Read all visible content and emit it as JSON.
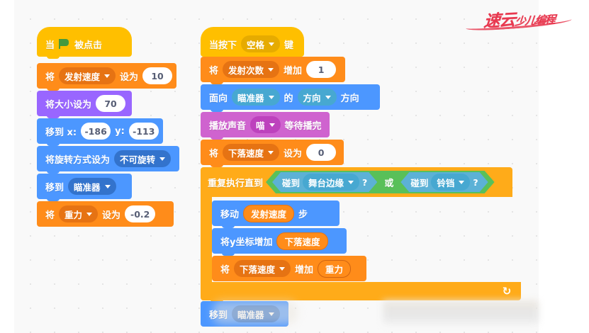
{
  "app": {
    "canvas_label": "scratch-block-workspace",
    "logo_main": "速云",
    "logo_sub": "少儿编程"
  },
  "colors": {
    "events": "#ffbf00",
    "variables": "#ff8c1a",
    "motion": "#4c97ff",
    "looks": "#9966ff",
    "sound": "#cf63cf",
    "control": "#ffab19",
    "sensing": "#5cb1d6",
    "operators": "#59c059",
    "canvas": "#f9f9f9",
    "logo": "#e8384f"
  },
  "script_left": {
    "hat": {
      "pre": "当",
      "icon": "green-flag-icon",
      "post": "被点击"
    },
    "set_speed": {
      "label_set": "将",
      "variable": "发射速度",
      "label_to": "设为",
      "value": "10"
    },
    "set_size": {
      "label": "将大小设为",
      "value": "70"
    },
    "goto_xy": {
      "label": "移到 x:",
      "x": "-186",
      "label_y": "y:",
      "y": "-113"
    },
    "set_rotation": {
      "label": "将旋转方式设为",
      "value": "不可旋转"
    },
    "goto_sprite": {
      "label": "移到",
      "target": "瞄准器"
    },
    "set_gravity": {
      "label_set": "将",
      "variable": "重力",
      "label_to": "设为",
      "value": "-0.2"
    }
  },
  "script_right": {
    "hat": {
      "pre": "当按下",
      "key": "空格",
      "post": "键"
    },
    "change_count": {
      "label_set": "将",
      "variable": "发射次数",
      "label_by": "增加",
      "value": "1"
    },
    "point_towards": {
      "label": "面向",
      "target": "瞄准器",
      "label_of": "的",
      "property": "方向",
      "label_dir": "方向"
    },
    "play_sound": {
      "label": "播放声音",
      "sound": "喵",
      "label_wait": "等待播完"
    },
    "set_fall": {
      "label_set": "将",
      "variable": "下落速度",
      "label_to": "设为",
      "value": "0"
    },
    "repeat_until": {
      "label": "重复执行直到",
      "cond_a": {
        "label": "碰到",
        "target": "舞台边缘",
        "question": "?"
      },
      "operator": "或",
      "cond_b": {
        "label": "碰到",
        "target": "铃铛",
        "question": "?"
      },
      "body": {
        "move": {
          "label": "移动",
          "variable": "发射速度",
          "label_steps": "步"
        },
        "change_y": {
          "label": "将y坐标增加",
          "variable": "下落速度"
        },
        "change_fall": {
          "label_set": "将",
          "variable": "下落速度",
          "label_by": "增加",
          "value_var": "重力"
        }
      },
      "loop_icon": "loop-arrow-icon"
    },
    "goto_sprite": {
      "label": "移到",
      "target": "瞄准器"
    }
  }
}
